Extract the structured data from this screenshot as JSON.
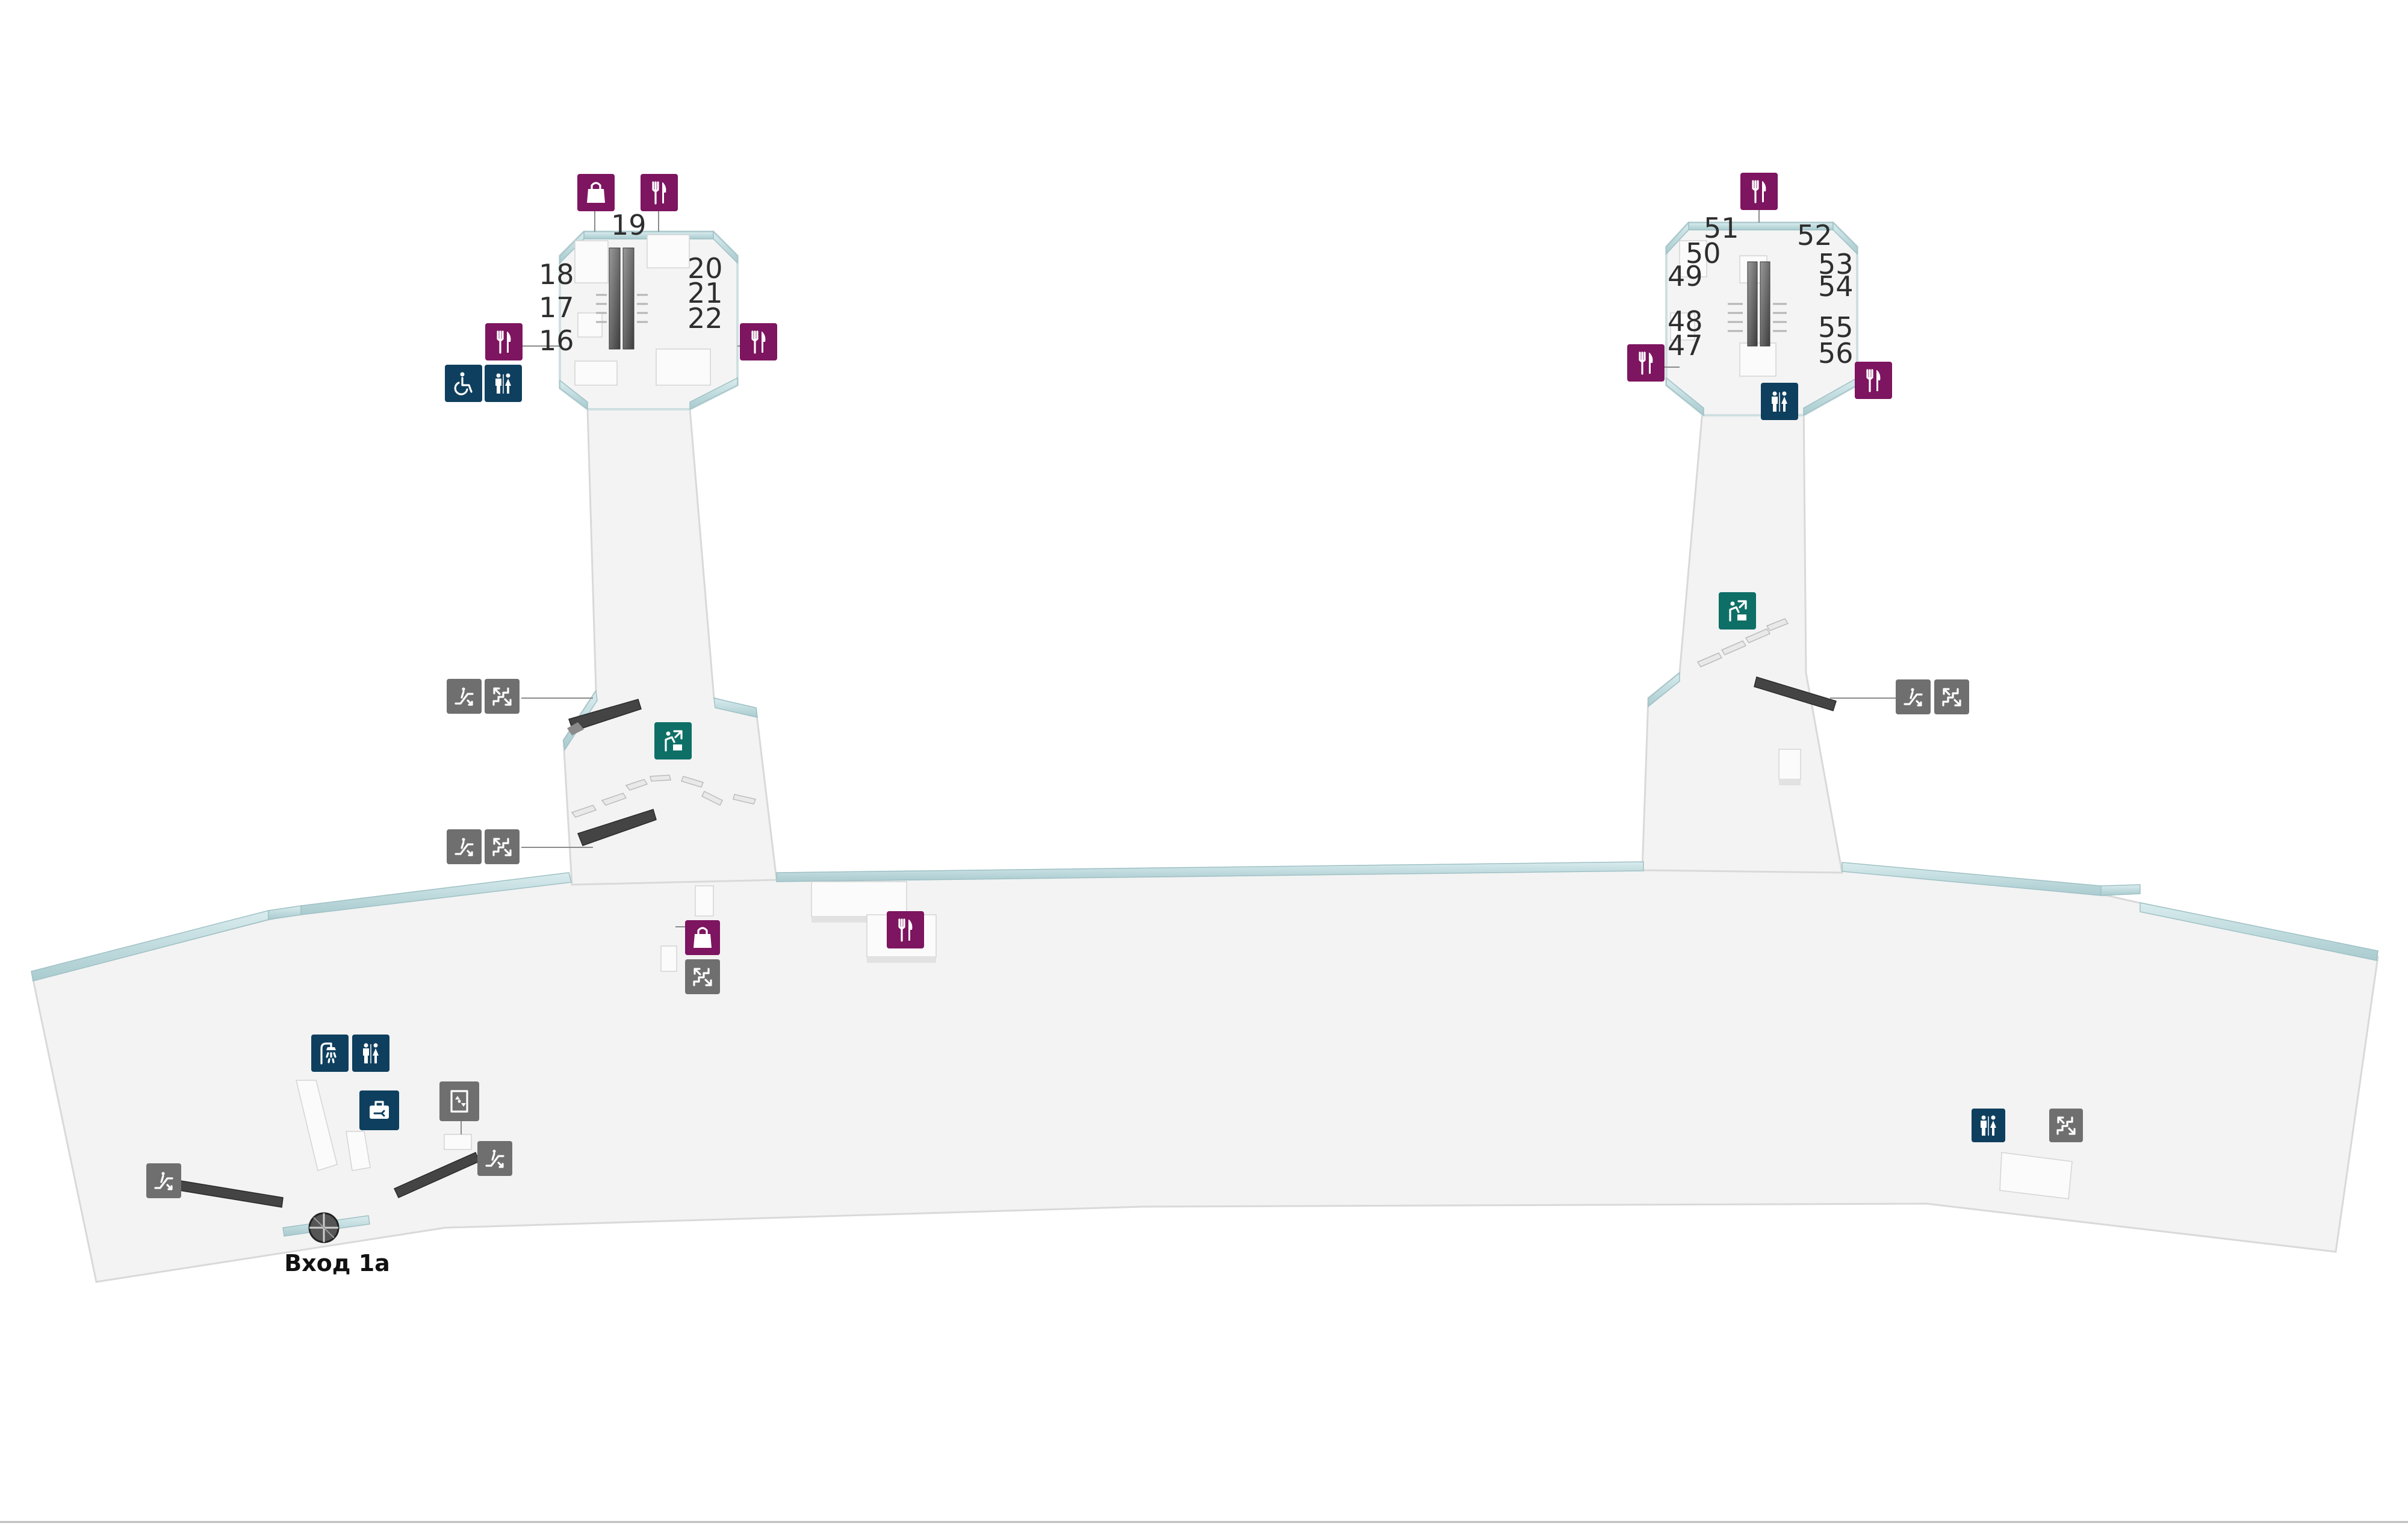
{
  "map": {
    "background": "#ffffff",
    "floor_color": "#f2f2f2",
    "wall_color": "#bfd9dc"
  },
  "gates": {
    "left_pier": [
      "16",
      "17",
      "18",
      "19",
      "20",
      "21",
      "22"
    ],
    "right_pier": [
      "47",
      "48",
      "49",
      "50",
      "51",
      "52",
      "53",
      "54",
      "55",
      "56"
    ]
  },
  "entrance": {
    "label": "Вход 1а",
    "icon": "entrance-door-icon"
  },
  "pin_colors": {
    "shop": "#7d1560",
    "restaurant": "#7d1560",
    "service": "#0f3f5e",
    "transfer": "#0e6f67",
    "vertical": "#6f6f6f"
  },
  "legend_icons": [
    "shopping-bag-icon",
    "fork-knife-icon",
    "wheelchair-icon",
    "toilets-icon",
    "transfer-desk-icon",
    "escalator-icon",
    "stairs-icon",
    "elevator-icon",
    "shower-icon",
    "baggage-icon"
  ]
}
